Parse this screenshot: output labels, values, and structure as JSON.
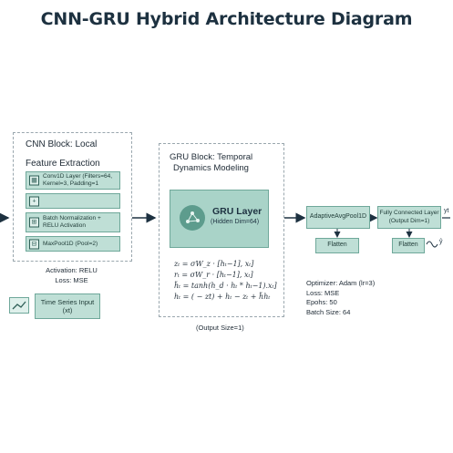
{
  "title": "CNN-GRU Hybrid Architecture Diagram",
  "cnn": {
    "title_line1": "CNN Block: Local",
    "title_line2": "Feature Extraction",
    "conv": "Conv1D Layer (Filters=64, Kernel=3, Padding=1",
    "conv_icon": "▦",
    "blank_icon": "+",
    "bn": "Batch Normalization + RELU Activation",
    "bn_icon": "⊞",
    "pool": "MaxPool1D (Pool=2)",
    "pool_icon": "⊟",
    "activation": "Activation: RELU",
    "loss": "Loss: MSE"
  },
  "input": {
    "label_line1": "Time Series Input",
    "label_line2": "(xt)",
    "icon": "chart-icon"
  },
  "gru": {
    "title_line1": "GRU Block: Temporal",
    "title_line2": "Dynamics Modeling",
    "layer_title": "GRU Layer",
    "layer_sub": "(Hidden Dim=64)",
    "eq1": "zₜ = σW_z · [hₜ−1], xₜ]",
    "eq2": "rₜ = σW_r · [hₜ−1], xₜ]",
    "eq3": "h̃ₜ = tanh(h_d · hₜ * hₜ−1).xₜ]",
    "eq4": "hₜ = ( − zt) + hₜ − zₜ + h̃hₜ",
    "output_size": "(Output Size=1)"
  },
  "pool": {
    "label": "AdaptiveAvgPool1D",
    "flatten": "Flatten"
  },
  "fc": {
    "label_line1": "Fully Connected Layer",
    "label_line2": "(Output Dim=1)",
    "flatten": "Flatten",
    "out_label": "yt",
    "out_sub": "ŷ"
  },
  "training": {
    "optimizer": "Optimizer: Adam (lr=3)",
    "loss": "Loss: MSE",
    "epochs": "Epohs: 50",
    "batch": "Batch Size: 64"
  },
  "colors": {
    "box_fill": "#bfdfd6",
    "box_border": "#6fa89a",
    "gru_fill": "#a9d3c8",
    "arrow": "#1d3140"
  }
}
